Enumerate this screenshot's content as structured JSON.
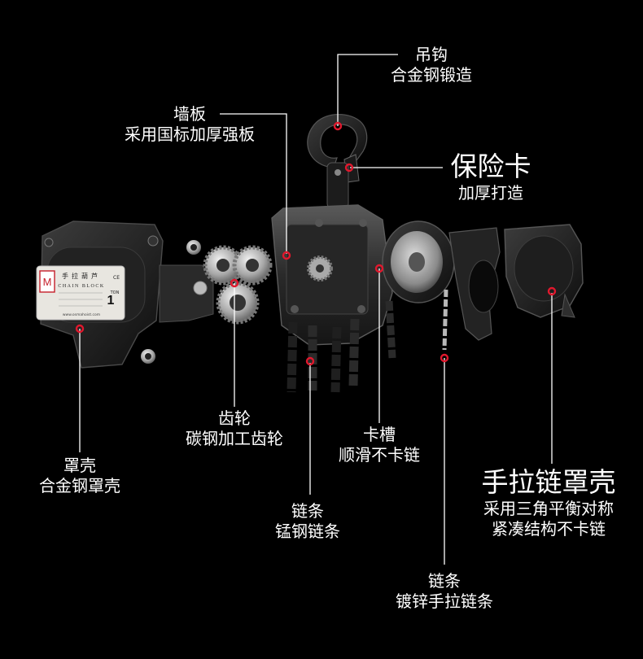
{
  "colors": {
    "background": "#000000",
    "text": "#ffffff",
    "marker": "#e0182d",
    "line": "#ffffff"
  },
  "nameplate": {
    "title": "手拉葫芦",
    "subtitle": "CHAIN BLOCK",
    "capacity": "1",
    "unit": "TON",
    "ce": "CE",
    "url": "www.osmahoist.com"
  },
  "labels": {
    "hook": {
      "title": "吊钩",
      "desc": "合金钢锻造"
    },
    "side_plate": {
      "title": "墙板",
      "desc": "采用国标加厚强板"
    },
    "safety_latch": {
      "title": "保险卡",
      "desc": "加厚打造"
    },
    "gear": {
      "title": "齿轮",
      "desc": "碳钢加工齿轮"
    },
    "cover": {
      "title": "罩壳",
      "desc": "合金钢罩壳"
    },
    "groove": {
      "title": "卡槽",
      "desc": "顺滑不卡链"
    },
    "load_chain": {
      "title": "链条",
      "desc": "锰钢链条"
    },
    "hand_chain_cover": {
      "title": "手拉链罩壳",
      "desc": "采用三角平衡对称",
      "desc2": "紧凑结构不卡链"
    },
    "hand_chain": {
      "title": "链条",
      "desc": "镀锌手拉链条"
    }
  }
}
